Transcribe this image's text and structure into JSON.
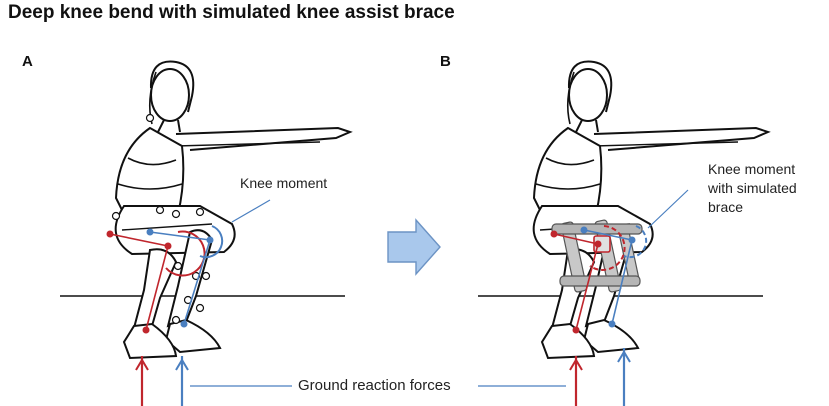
{
  "title": "Deep knee bend with simulated knee assist brace",
  "panels": [
    {
      "label": "A",
      "annotation": "Knee moment"
    },
    {
      "label": "B",
      "annotation_lines": [
        "Knee moment",
        "with simulated",
        "brace"
      ]
    }
  ],
  "bottom_label": "Ground reaction forces",
  "colors": {
    "red": "#c0262d",
    "blue": "#4a7fc0",
    "outline": "#111111",
    "brace": "#9a9a9a",
    "arrow_fill": "#a9c8ec",
    "arrow_stroke": "#6c93c4"
  },
  "icons": [
    "squatting-figure",
    "transition-arrow",
    "knee-brace"
  ]
}
